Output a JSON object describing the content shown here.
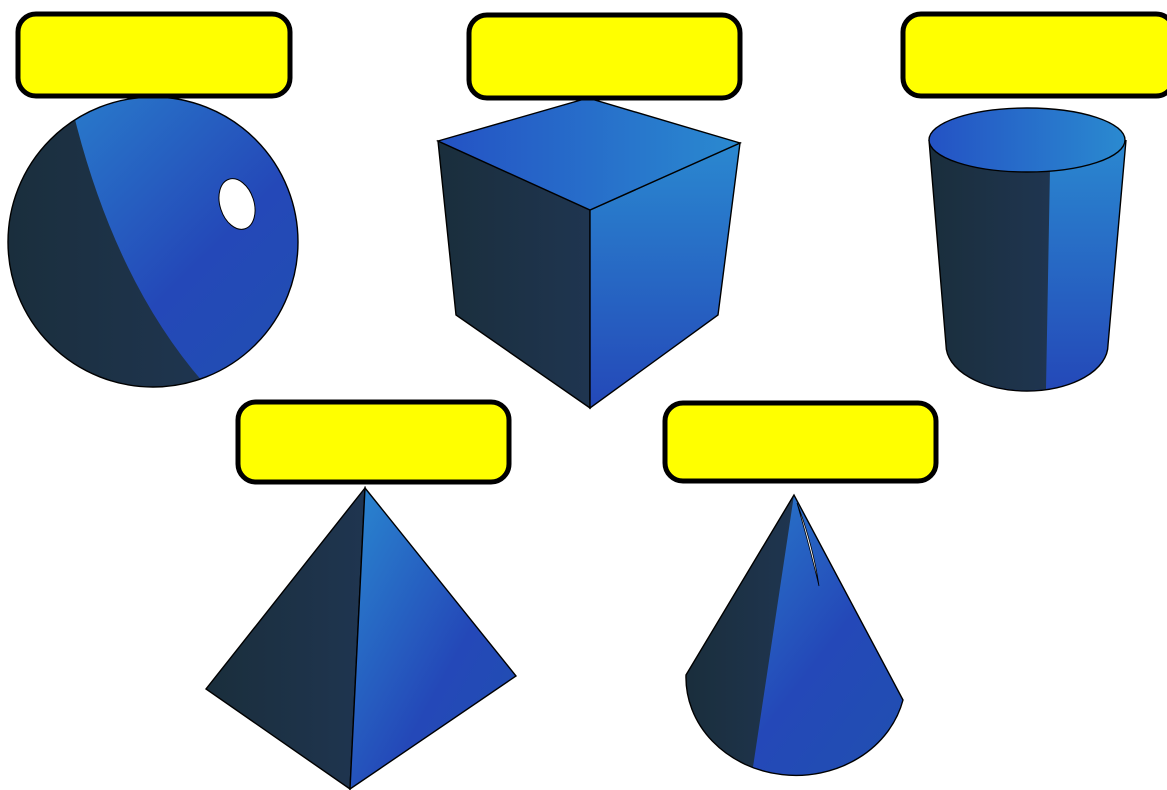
{
  "colors": {
    "label_fill": "#ffff00",
    "label_border": "#000000",
    "shape_dark": "#1c3040",
    "shape_blue": "#2448b8",
    "shape_light": "#2a88d0",
    "highlight": "#ffffff"
  },
  "shapes": [
    {
      "shape": "sphere",
      "label": ""
    },
    {
      "shape": "cube",
      "label": ""
    },
    {
      "shape": "cylinder",
      "label": ""
    },
    {
      "shape": "pyramid",
      "label": ""
    },
    {
      "shape": "cone",
      "label": ""
    }
  ]
}
